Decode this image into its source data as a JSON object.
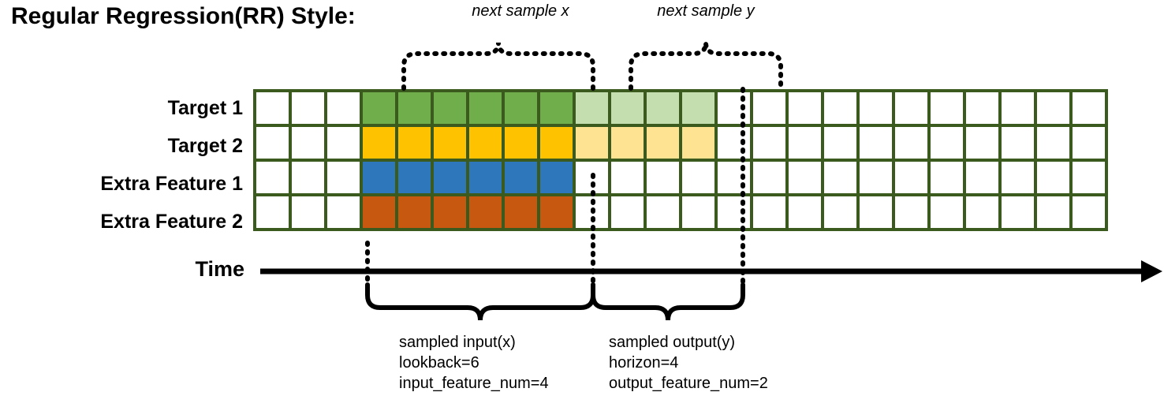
{
  "title": "Regular Regression(RR) Style:",
  "top_captions": {
    "next_sample_x": "next sample x",
    "next_sample_y": "next sample y"
  },
  "rows": [
    {
      "label": "Target 1",
      "fill_dark": "#6FAE4A",
      "fill_light": "#C5DEB0",
      "has_output": true
    },
    {
      "label": "Target 2",
      "fill_dark": "#FFC200",
      "fill_light": "#FEE392",
      "has_output": true
    },
    {
      "label": "Extra Feature 1",
      "fill_dark": "#2E77BB",
      "fill_light": "",
      "has_output": false
    },
    {
      "label": "Extra Feature 2",
      "fill_dark": "#C6590F",
      "fill_light": "",
      "has_output": false
    }
  ],
  "grid": {
    "total_columns": 24,
    "leading_blank_columns": 3,
    "input_columns": 6,
    "output_columns": 4,
    "trailing_blank_columns": 11,
    "border_color": "#3A5A1E",
    "blank_fill": "#FFFFFF"
  },
  "time_axis": {
    "label": "Time"
  },
  "annotations": {
    "input": {
      "line1": "sampled input(x)",
      "line2": "lookback=6",
      "line3": "input_feature_num=4"
    },
    "output": {
      "line1": "sampled output(y)",
      "line2": "horizon=4",
      "line3": "output_feature_num=2"
    }
  }
}
